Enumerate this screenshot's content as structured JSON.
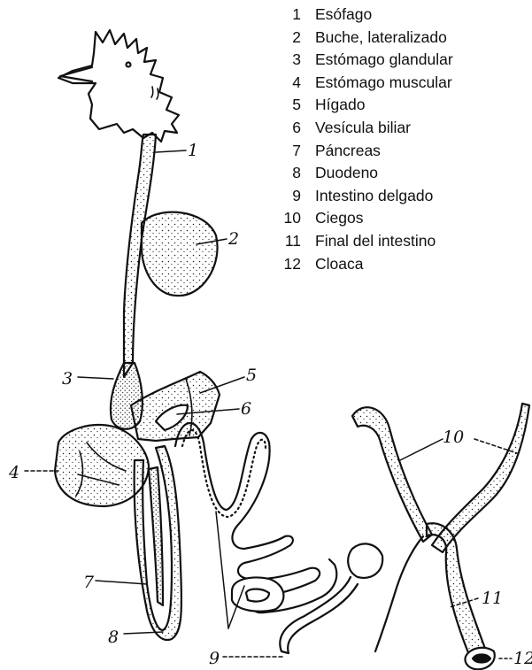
{
  "legend": [
    {
      "num": "1",
      "label": "Esófago"
    },
    {
      "num": "2",
      "label": "Buche, lateralizado"
    },
    {
      "num": "3",
      "label": "Estómago glandular"
    },
    {
      "num": "4",
      "label": "Estómago muscular"
    },
    {
      "num": "5",
      "label": "Hígado"
    },
    {
      "num": "6",
      "label": "Vesícula biliar"
    },
    {
      "num": "7",
      "label": "Páncreas"
    },
    {
      "num": "8",
      "label": "Duodeno"
    },
    {
      "num": "9",
      "label": "Intestino delgado"
    },
    {
      "num": "10",
      "label": "Ciegos"
    },
    {
      "num": "11",
      "label": "Final del intestino"
    },
    {
      "num": "12",
      "label": "Cloaca"
    }
  ],
  "callouts": {
    "c1": "1",
    "c2": "2",
    "c3": "3",
    "c4": "4",
    "c5": "5",
    "c6": "6",
    "c7": "7",
    "c8": "8",
    "c9": "9",
    "c10": "10",
    "c11": "11",
    "c12": "12"
  }
}
